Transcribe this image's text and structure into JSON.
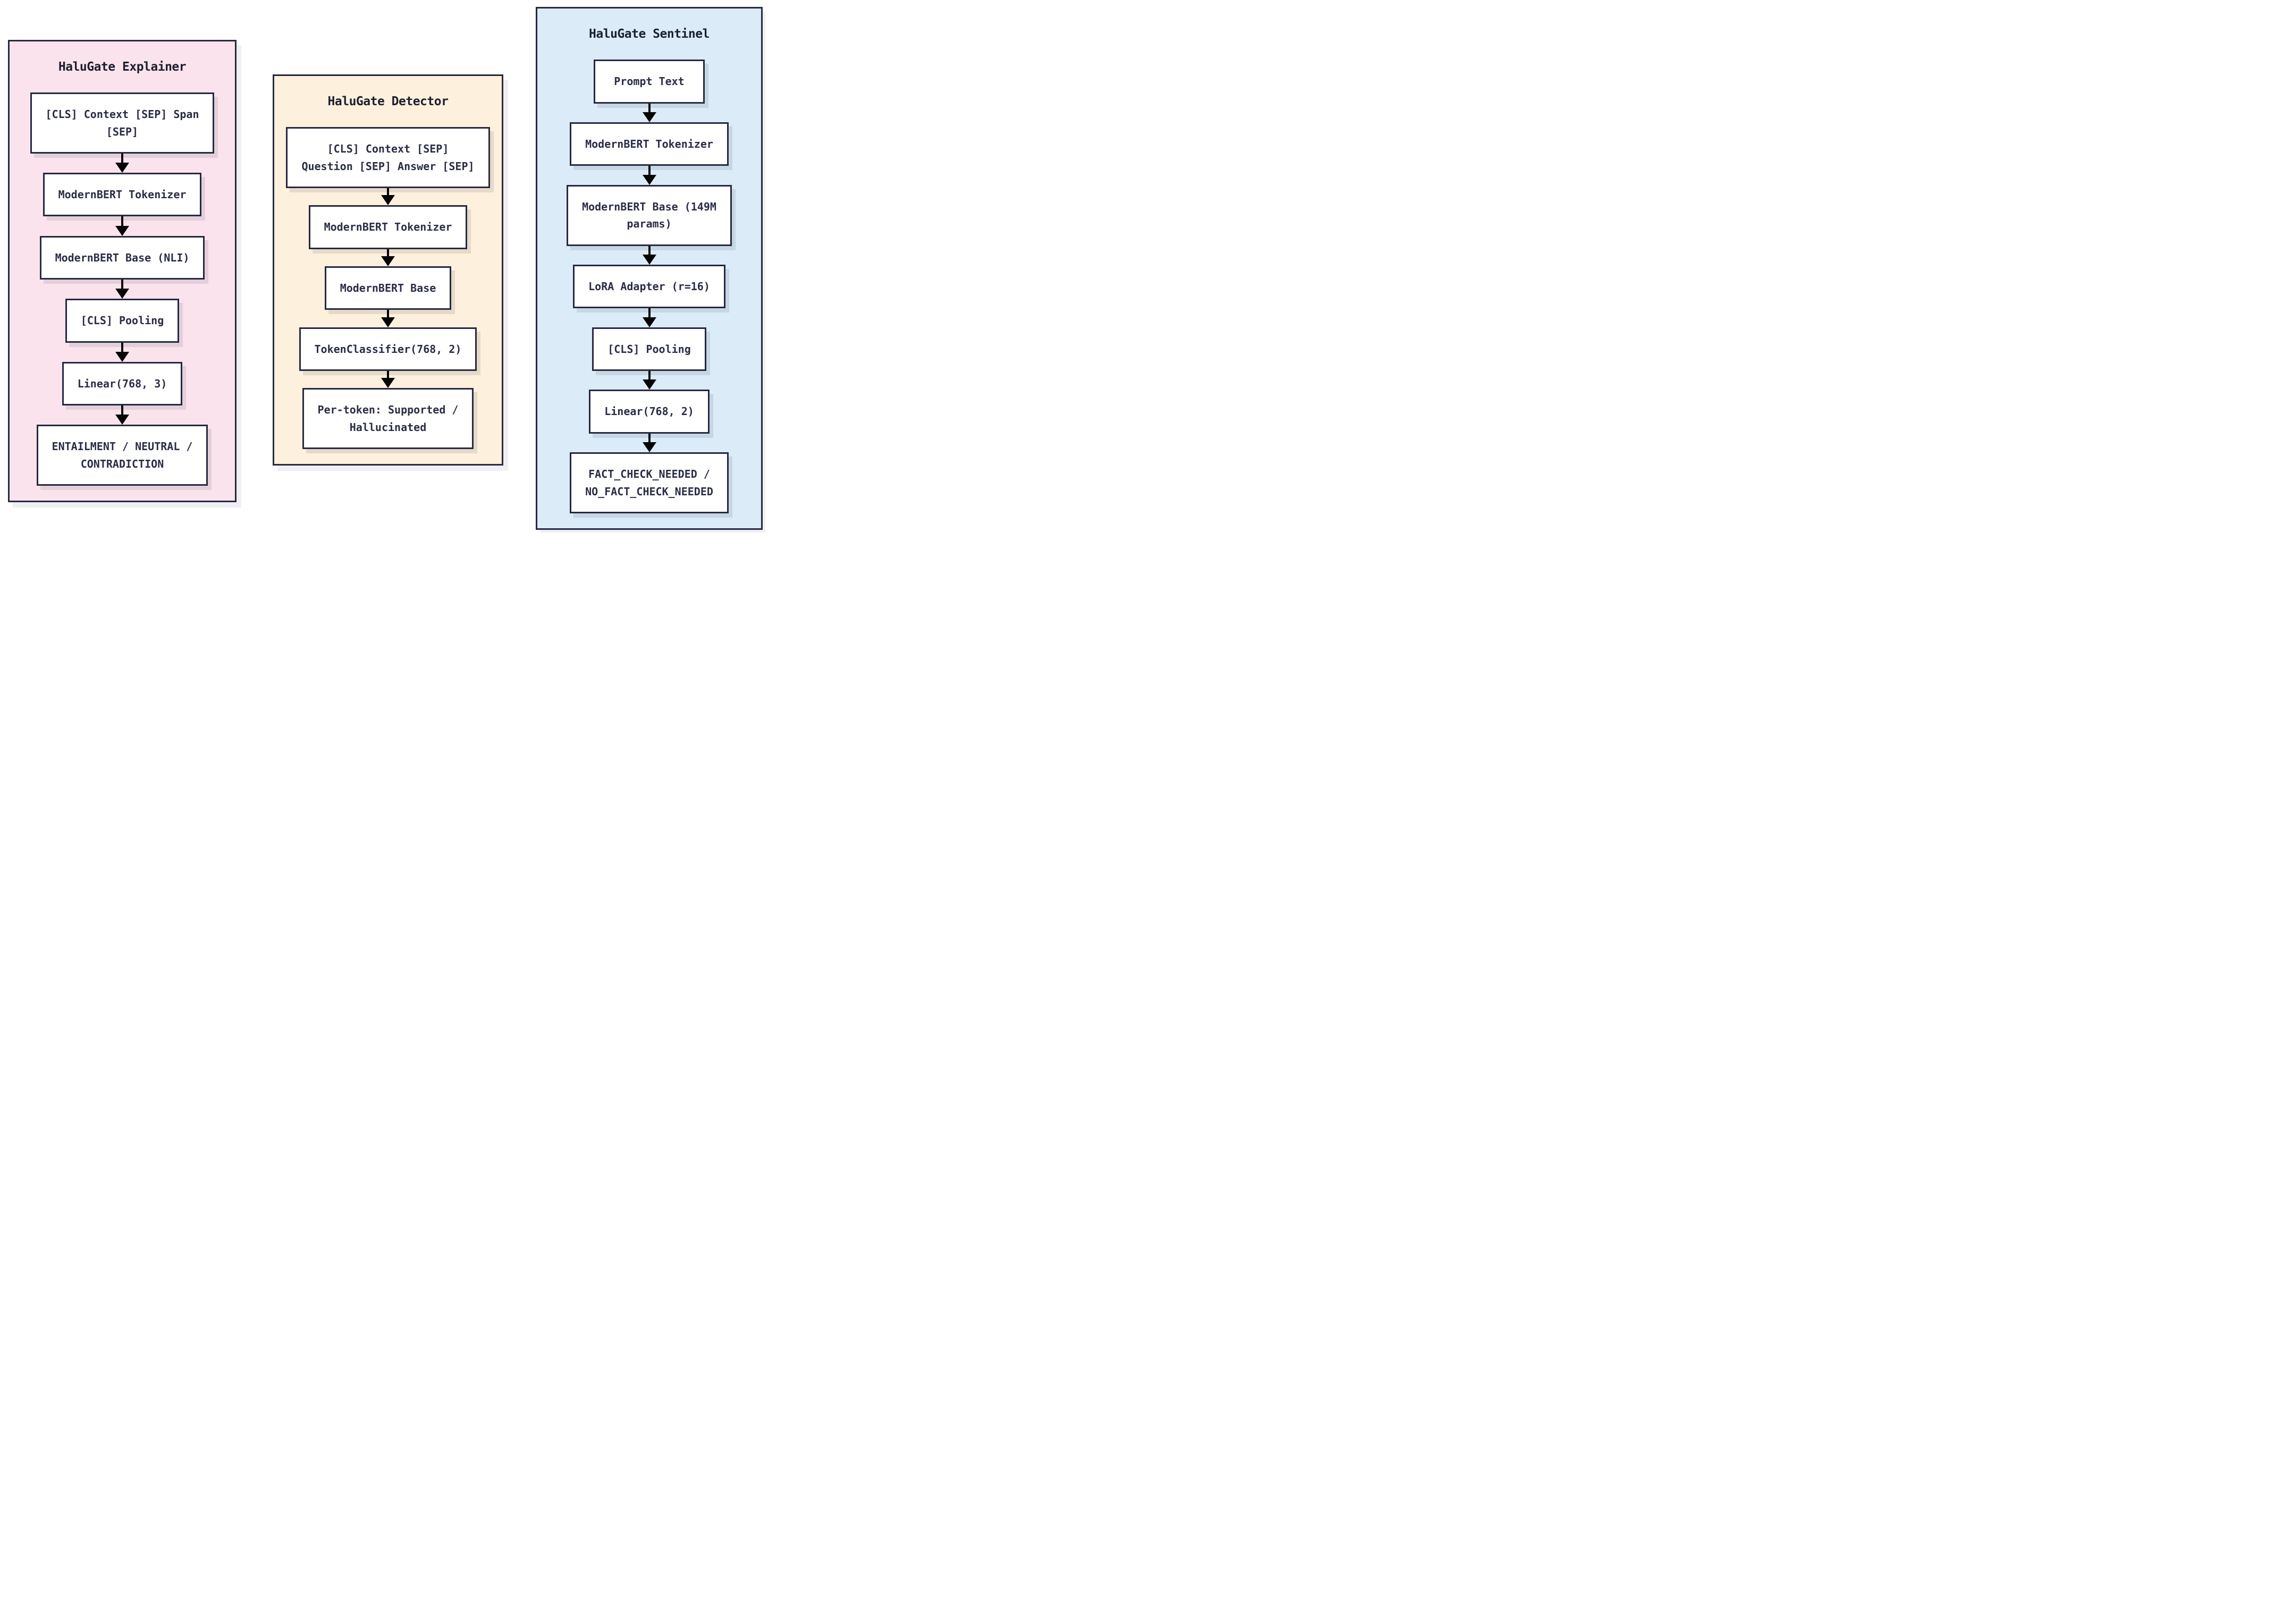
{
  "colors": {
    "explainer_panel_bg": "#fbe3ee",
    "detector_panel_bg": "#fdf0dc",
    "sentinel_panel_bg": "#dcebf8",
    "panel_border": "#262940",
    "node_bg": "#ffffff",
    "text": "#2a2d45",
    "arrow": "#050505"
  },
  "panels": [
    {
      "title": "HaluGate Explainer",
      "nodes": [
        {
          "lines": [
            "[CLS] Context [SEP] Span",
            "[SEP]"
          ]
        },
        {
          "lines": [
            "ModernBERT Tokenizer"
          ]
        },
        {
          "lines": [
            "ModernBERT Base (NLI)"
          ]
        },
        {
          "lines": [
            "[CLS] Pooling"
          ]
        },
        {
          "lines": [
            "Linear(768, 3)"
          ]
        },
        {
          "lines": [
            "ENTAILMENT / NEUTRAL /",
            "CONTRADICTION"
          ]
        }
      ]
    },
    {
      "title": "HaluGate Detector",
      "nodes": [
        {
          "lines": [
            "[CLS] Context [SEP]",
            "Question [SEP] Answer [SEP]"
          ]
        },
        {
          "lines": [
            "ModernBERT Tokenizer"
          ]
        },
        {
          "lines": [
            "ModernBERT Base"
          ]
        },
        {
          "lines": [
            "TokenClassifier(768, 2)"
          ]
        },
        {
          "lines": [
            "Per-token: Supported /",
            "Hallucinated"
          ]
        }
      ]
    },
    {
      "title": "HaluGate Sentinel",
      "nodes": [
        {
          "lines": [
            "Prompt Text"
          ]
        },
        {
          "lines": [
            "ModernBERT Tokenizer"
          ]
        },
        {
          "lines": [
            "ModernBERT Base (149M",
            "params)"
          ]
        },
        {
          "lines": [
            "LoRA Adapter (r=16)"
          ]
        },
        {
          "lines": [
            "[CLS] Pooling"
          ]
        },
        {
          "lines": [
            "Linear(768, 2)"
          ]
        },
        {
          "lines": [
            "FACT_CHECK_NEEDED /",
            "NO_FACT_CHECK_NEEDED"
          ]
        }
      ]
    }
  ]
}
